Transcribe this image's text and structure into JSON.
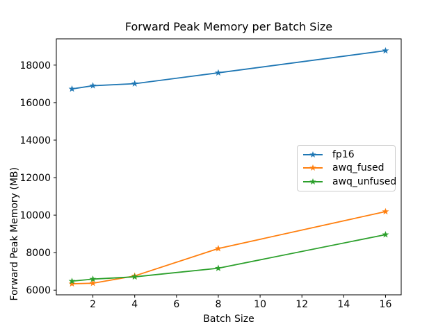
{
  "chart_data": {
    "type": "line",
    "title": "Forward Peak Memory per Batch Size",
    "xlabel": "Batch Size",
    "ylabel": "Forward Peak Memory (MB)",
    "x": [
      1,
      2,
      4,
      8,
      16
    ],
    "series": [
      {
        "name": "fp16",
        "color": "#1f77b4",
        "marker": "star",
        "values": [
          16730,
          16900,
          17010,
          17590,
          18770
        ]
      },
      {
        "name": "awq_fused",
        "color": "#ff7f0e",
        "marker": "star",
        "values": [
          6340,
          6370,
          6760,
          8220,
          10190
        ]
      },
      {
        "name": "awq_unfused",
        "color": "#2ca02c",
        "marker": "star",
        "values": [
          6480,
          6590,
          6710,
          7170,
          8960
        ]
      }
    ],
    "xticks": [
      2,
      4,
      6,
      8,
      10,
      12,
      14,
      16
    ],
    "yticks": [
      6000,
      8000,
      10000,
      12000,
      14000,
      16000,
      18000
    ],
    "xlim": [
      0.25,
      16.75
    ],
    "ylim": [
      5750,
      19400
    ],
    "grid": false,
    "legend": {
      "position": "center-right"
    }
  },
  "colors": {
    "background": "#ffffff",
    "axis": "#000000",
    "legend_border": "#cccccc"
  }
}
